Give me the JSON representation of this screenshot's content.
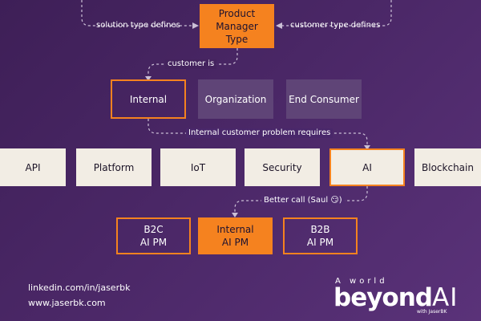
{
  "header": {
    "pm_type_line1": "Product",
    "pm_type_line2": "Manager",
    "pm_type_line3": "Type"
  },
  "connectors": {
    "solution_type": "solution type defines",
    "customer_type": "customer type defines",
    "customer_is": "customer is",
    "internal_requires": "Internal customer problem requires",
    "better_call": "Better call (Saul 😏)"
  },
  "customers": [
    {
      "label": "Internal"
    },
    {
      "label": "Organization"
    },
    {
      "label": "End Consumer"
    }
  ],
  "solutions": [
    {
      "label": "API"
    },
    {
      "label": "Platform"
    },
    {
      "label": "IoT"
    },
    {
      "label": "Security"
    },
    {
      "label": "AI"
    },
    {
      "label": "Blockchain"
    }
  ],
  "ai_pm_types": [
    {
      "line1": "B2C",
      "line2": "AI PM"
    },
    {
      "line1": "Internal",
      "line2": "AI PM"
    },
    {
      "line1": "B2B",
      "line2": "AI PM"
    }
  ],
  "footer": {
    "linkedin": "linkedin.com/in/jaserbk",
    "website": "www.jaserbk.com"
  },
  "logo": {
    "small": "A world",
    "main": "beyond",
    "ai": "AI",
    "with": "with JaserBK"
  },
  "colors": {
    "accent": "#f5821f",
    "background": "#4a2766",
    "muted_box": "#5f4477",
    "cream_box": "#f2ede4"
  }
}
